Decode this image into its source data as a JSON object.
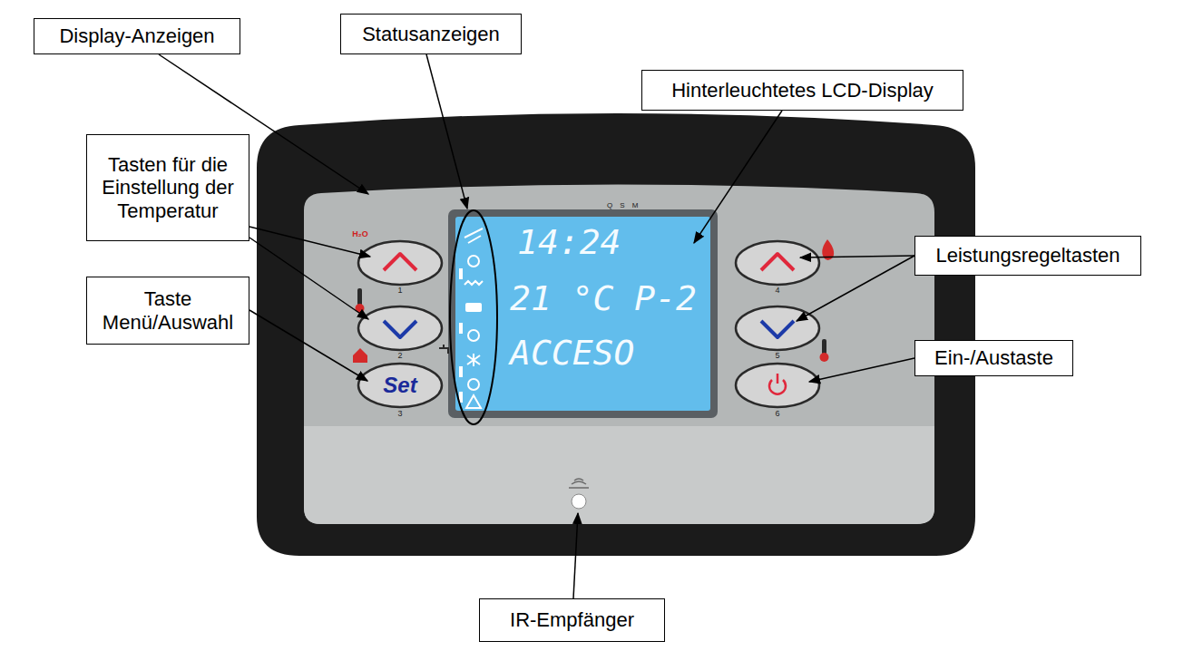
{
  "diagram": {
    "nodes": [
      {
        "text": [
          "Display-Anzeigen"
        ]
      },
      {
        "text": [
          "Statusanzeigen"
        ]
      },
      {
        "text": [
          "Hinterleuchtetes LCD-Display"
        ]
      },
      {
        "text": [
          "Tasten für die Einstellung der Temperatur"
        ]
      },
      {
        "text": [
          "Taste Menü/Auswahl"
        ]
      },
      {
        "text": [
          "Leistungsregeltasten"
        ]
      },
      {
        "text": [
          "Ein-/Austaste"
        ]
      },
      {
        "text": [
          "IR-Empfänger"
        ]
      }
    ],
    "labels": [
      "H₂O",
      "1",
      "2",
      "3",
      "4",
      "5",
      "6",
      "Q",
      "S",
      "M",
      "14:24",
      "21 °C P-2",
      "ACCESO",
      "Set"
    ]
  }
}
